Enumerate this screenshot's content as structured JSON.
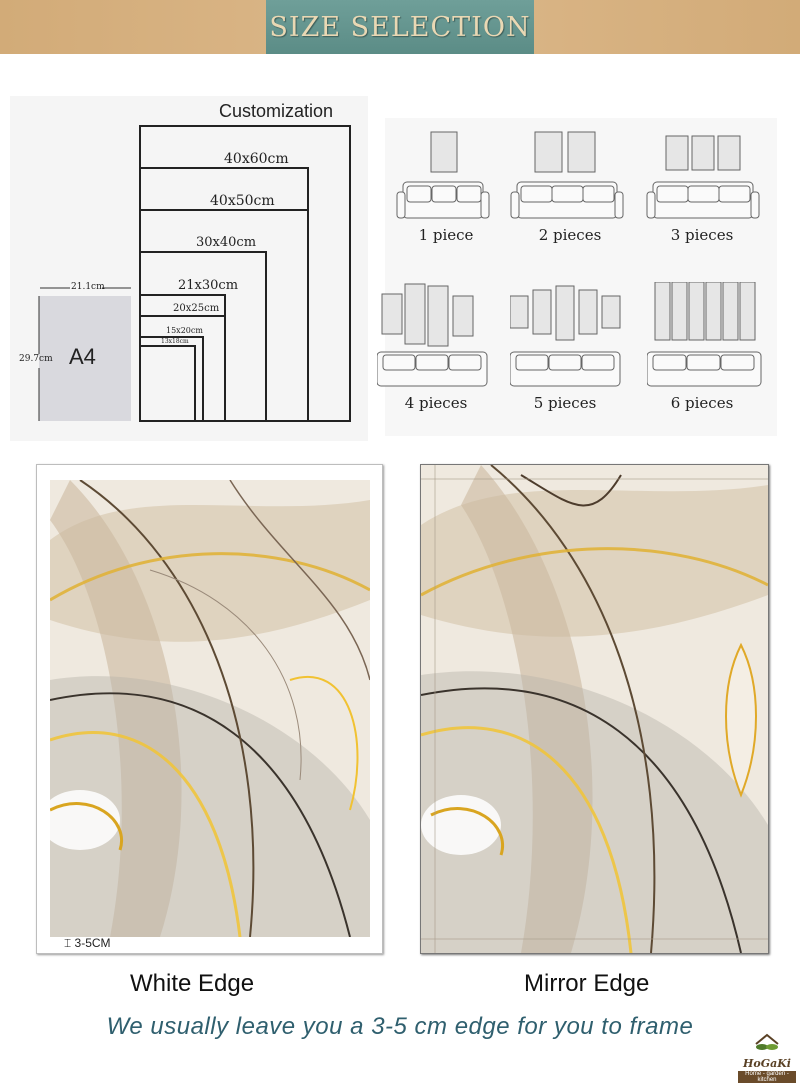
{
  "header": {
    "title": "SIZE SELECTION"
  },
  "sizes": {
    "custom_label": "Customization",
    "options": [
      "40x60cm",
      "40x50cm",
      "30x40cm",
      "21x30cm",
      "20x25cm",
      "15x20cm",
      "13x18cm"
    ],
    "a4": {
      "label": "A4",
      "width_label": "21.1cm",
      "height_label": "29.7cm"
    }
  },
  "pieces": [
    "1 piece",
    "2 pieces",
    "3 pieces",
    "4 pieces",
    "5 pieces",
    "6 pieces"
  ],
  "edges": {
    "white_label": "White Edge",
    "mirror_label": "Mirror Edge",
    "edge_measure": "3-5CM"
  },
  "footnote": "We usually leave you a 3-5 cm edge for you to frame",
  "brand": {
    "name": "HoGaKi",
    "tagline": "Home - garden - kitchen"
  },
  "colors": {
    "banner_gold": "#d2ab78",
    "banner_teal": "#5b8c86",
    "footnote_blue": "#2f5f6e"
  }
}
